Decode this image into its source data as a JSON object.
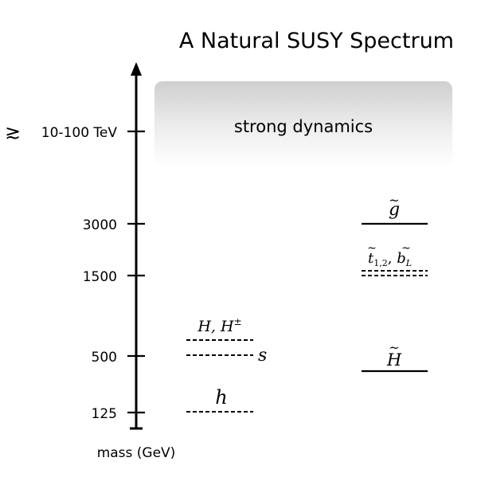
{
  "title": "A Natural SUSY Spectrum",
  "axis": {
    "label": "mass (GeV)",
    "ticks": [
      {
        "label": "125"
      },
      {
        "label": "500"
      },
      {
        "label": "1500"
      },
      {
        "label": "3000"
      },
      {
        "label_prefix": "≳",
        "label": "10-100 TeV"
      }
    ]
  },
  "strong_region": {
    "label": "strong dynamics",
    "gradient": [
      "#cfcfcf",
      "#ededed",
      "#ffffff"
    ]
  },
  "levels": {
    "h": {
      "label": "h",
      "style": "dashed"
    },
    "s": {
      "label": "s",
      "style": "dashed"
    },
    "heavy_higgs": {
      "label": "H, H",
      "label_sup": "±",
      "style": "dashed"
    },
    "higgsino": {
      "label": "H",
      "tilde": "~",
      "style": "solid"
    },
    "stops": {
      "label": "t",
      "label_sub": "1,2",
      "label2": "b",
      "label2_sub": "L",
      "tilde": "~",
      "separator": ", ",
      "style": "dashed"
    },
    "gluino": {
      "label": "g",
      "tilde": "~",
      "style": "solid"
    }
  },
  "colors": {
    "line": "#000000",
    "text": "#000000",
    "background": "#ffffff"
  }
}
